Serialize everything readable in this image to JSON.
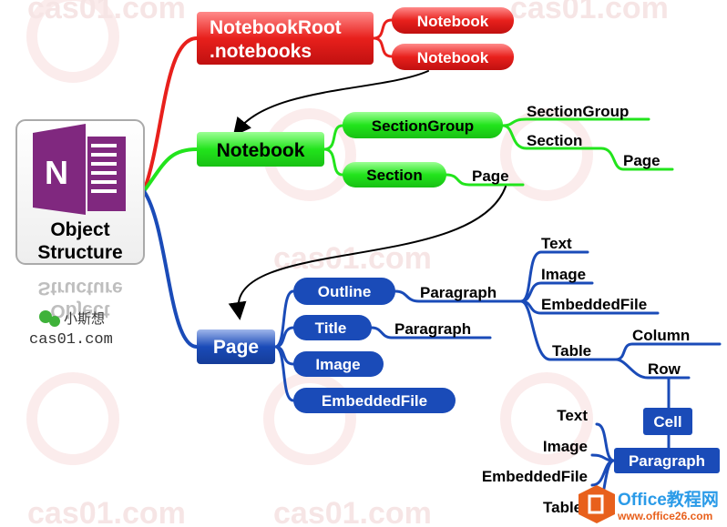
{
  "root": {
    "line1": "Object",
    "line2": "Structure",
    "app_icon_letter": "N"
  },
  "watermark": {
    "author": "小斯想",
    "site": "cas01.com"
  },
  "logo": {
    "name": "Office教程网",
    "url": "www.office26.com"
  },
  "colors": {
    "red": "#e8201c",
    "green": "#22e41c",
    "blue": "#1a4bb8",
    "purple": "#80287f"
  },
  "red_branch": {
    "root": [
      "NotebookRoot",
      ".notebooks"
    ],
    "children": [
      "Notebook",
      "Notebook"
    ]
  },
  "green_branch": {
    "root": "Notebook",
    "section_group": "SectionGroup",
    "section_group_children": [
      "SectionGroup",
      "Section"
    ],
    "section_group_page": "Page",
    "section": "Section",
    "section_child": "Page"
  },
  "blue_branch": {
    "root": "Page",
    "children": [
      "Outline",
      "Title",
      "Image",
      "EmbeddedFile"
    ],
    "outline_child": "Paragraph",
    "title_child": "Paragraph",
    "paragraph_children": [
      "Text",
      "Image",
      "EmbeddedFile",
      "Table"
    ],
    "table_children": [
      "Column",
      "Row"
    ],
    "row_child": "Cell",
    "cell_child": "Paragraph",
    "cell_paragraph_children": [
      "Text",
      "Image",
      "EmbeddedFile",
      "Table"
    ]
  }
}
